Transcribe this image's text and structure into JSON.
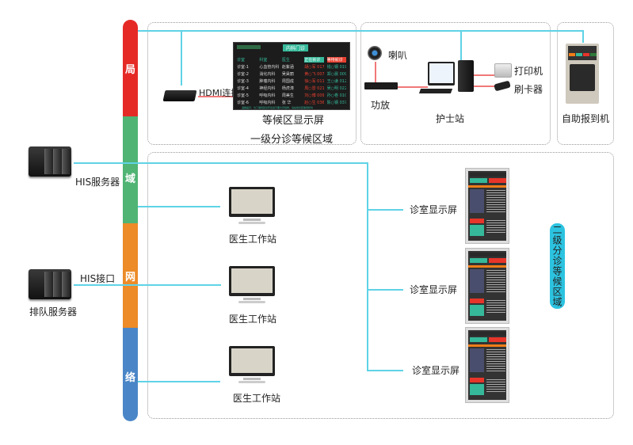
{
  "network_bar": {
    "segments": [
      {
        "label": "局",
        "color": "#e52a26"
      },
      {
        "label": "域",
        "color": "#4fb474"
      },
      {
        "label": "网",
        "color": "#ec8b27"
      },
      {
        "label": "络",
        "color": "#4a86c7"
      }
    ]
  },
  "servers": {
    "his_server": "HIS服务器",
    "queue_server": "排队服务器",
    "his_interface": "HIS接口"
  },
  "zone1": {
    "title": "一级分诊等候区域",
    "hdmi_label": "HDMI连接",
    "waiting_screen_label": "等候区显示屏",
    "waiting_screen": {
      "department": "内科门诊",
      "headers": [
        "诊室",
        "科室",
        "医生",
        "正在就诊",
        "等待就诊"
      ],
      "rows": [
        [
          "诊室-1",
          "心血管内科",
          "赵紫涵",
          "胡○军 017号",
          "钱○钢 019号"
        ],
        [
          "诊室-2",
          "消化内科",
          "吴昊丽",
          "黄○飞 007号",
          "郑○晨 009号"
        ],
        [
          "诊室-3",
          "肿瘤内科",
          "周国成",
          "徐○军 011号",
          "王○谦 012号"
        ],
        [
          "诊室-4",
          "神经内科",
          "杨虎涛",
          "周○雷 021号",
          "吴○明 022号"
        ],
        [
          "诊室-5",
          "呼吸内科",
          "周美生",
          "刘○博 009号",
          "孙○卷 010号"
        ],
        [
          "诊室-6",
          "呼吸内科",
          "张 华",
          "赵○生 036号",
          "陈○钢 037号"
        ]
      ],
      "footer": "温馨提示：为了保持就诊环境请不要大声喧哗，请在候诊区等待呼叫"
    }
  },
  "nurse_station": {
    "speaker": "喇叭",
    "amplifier": "功放",
    "station": "护士站",
    "printer": "打印机",
    "card_reader": "刷卡器"
  },
  "kiosk": {
    "label": "自助报到机"
  },
  "zone2": {
    "title": "二级分诊等候区域",
    "doctor_workstations": [
      "医生工作站",
      "医生工作站",
      "医生工作站"
    ],
    "room_screens": [
      "诊室显示屏",
      "诊室显示屏",
      "诊室显示屏"
    ]
  },
  "colors": {
    "network_line": "#5fd3e6",
    "device_line": "#f07878",
    "zone2_pill": "#2cc3e0"
  }
}
